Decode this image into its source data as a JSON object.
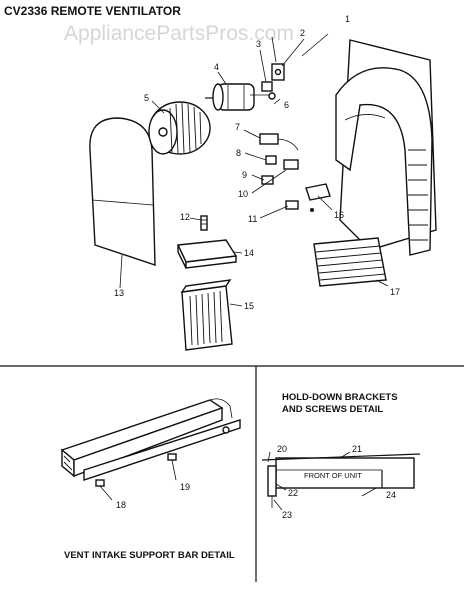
{
  "title": "CV2336 REMOTE VENTILATOR",
  "watermark": "AppliancePartsPros.com",
  "callouts": [
    "1",
    "2",
    "3",
    "4",
    "5",
    "6",
    "7",
    "8",
    "9",
    "10",
    "11",
    "12",
    "13",
    "14",
    "15",
    "16",
    "17",
    "18",
    "19",
    "20",
    "21",
    "22",
    "23",
    "24"
  ],
  "details": {
    "vent_intake_caption": "VENT INTAKE SUPPORT BAR DETAIL",
    "hold_down_caption_line1": "HOLD-DOWN BRACKETS",
    "hold_down_caption_line2": "AND SCREWS DETAIL",
    "front_of_unit_label": "FRONT OF UNIT"
  }
}
